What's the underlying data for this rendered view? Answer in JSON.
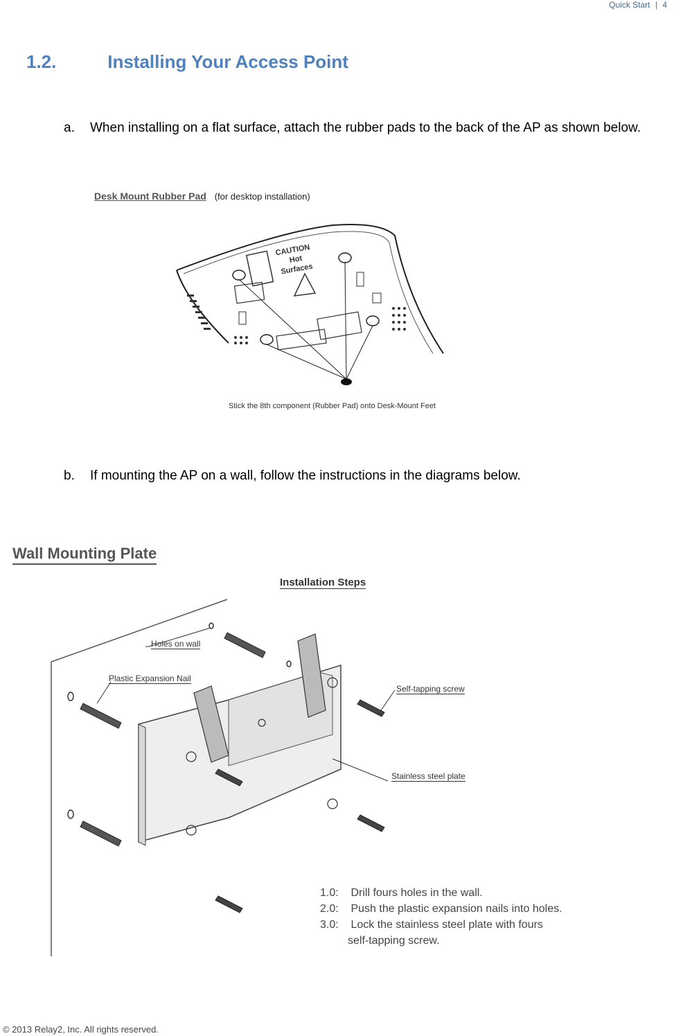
{
  "header": {
    "section": "Quick Start",
    "separator": "|",
    "page_number": "4"
  },
  "section": {
    "number": "1.2.",
    "title": "Installing Your Access Point"
  },
  "instructions": [
    {
      "marker": "a.",
      "text": "When installing on a flat surface, attach the rubber pads to the back of the AP as shown below."
    },
    {
      "marker": "b.",
      "text": "If mounting the AP on a wall, follow the instructions in the diagrams below."
    }
  ],
  "desk_figure": {
    "title": "Desk Mount Rubber Pad",
    "subtitle": "(for desktop installation)",
    "device_label": [
      "CAUTION",
      "Hot",
      "Surfaces"
    ],
    "note": "Stick the 8th component (Rubber Pad) onto Desk-Mount Feet"
  },
  "wall_figure": {
    "title": "Wall Mounting Plate",
    "steps_title": "Installation Steps",
    "labels": {
      "holes": "Holes on wall",
      "nail": "Plastic Expansion Nail",
      "screw": "Self-tapping screw",
      "plate": "Stainless steel plate"
    },
    "steps": [
      {
        "num": "1.0:",
        "text": "Drill fours holes in the wall."
      },
      {
        "num": "2.0:",
        "text": "Push the plastic expansion nails into holes."
      },
      {
        "num": "3.0:",
        "text": "Lock the stainless steel plate with fours",
        "cont": "self-tapping screw."
      }
    ]
  },
  "footer": {
    "copyright": "© 2013 Relay2, Inc. All rights reserved."
  }
}
